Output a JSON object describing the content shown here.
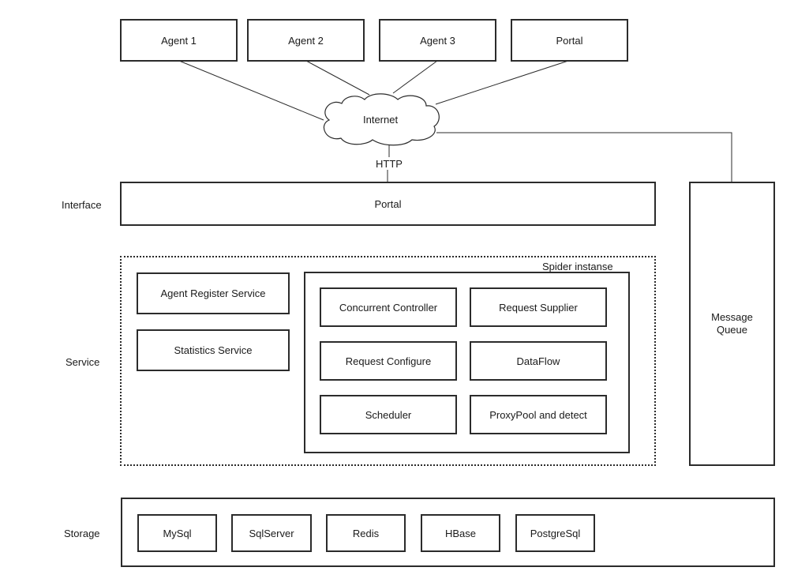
{
  "agents": [
    {
      "label": "Agent 1"
    },
    {
      "label": "Agent 2"
    },
    {
      "label": "Agent 3"
    },
    {
      "label": "Portal"
    }
  ],
  "internet": {
    "label": "Internet"
  },
  "http_label": "HTTP",
  "layers": {
    "interface": "Interface",
    "service": "Service",
    "storage": "Storage"
  },
  "interface_portal": "Portal",
  "message_queue": "Message\nQueue",
  "services": [
    {
      "label": "Agent Register Service"
    },
    {
      "label": "Statistics Service"
    }
  ],
  "spider": {
    "title": "Spider instanse",
    "components": [
      {
        "label": "Concurrent Controller"
      },
      {
        "label": "Request Supplier"
      },
      {
        "label": "Request Configure"
      },
      {
        "label": "DataFlow"
      },
      {
        "label": "Scheduler"
      },
      {
        "label": "ProxyPool and detect"
      }
    ]
  },
  "storage": [
    {
      "label": "MySql"
    },
    {
      "label": "SqlServer"
    },
    {
      "label": "Redis"
    },
    {
      "label": "HBase"
    },
    {
      "label": "PostgreSql"
    }
  ]
}
